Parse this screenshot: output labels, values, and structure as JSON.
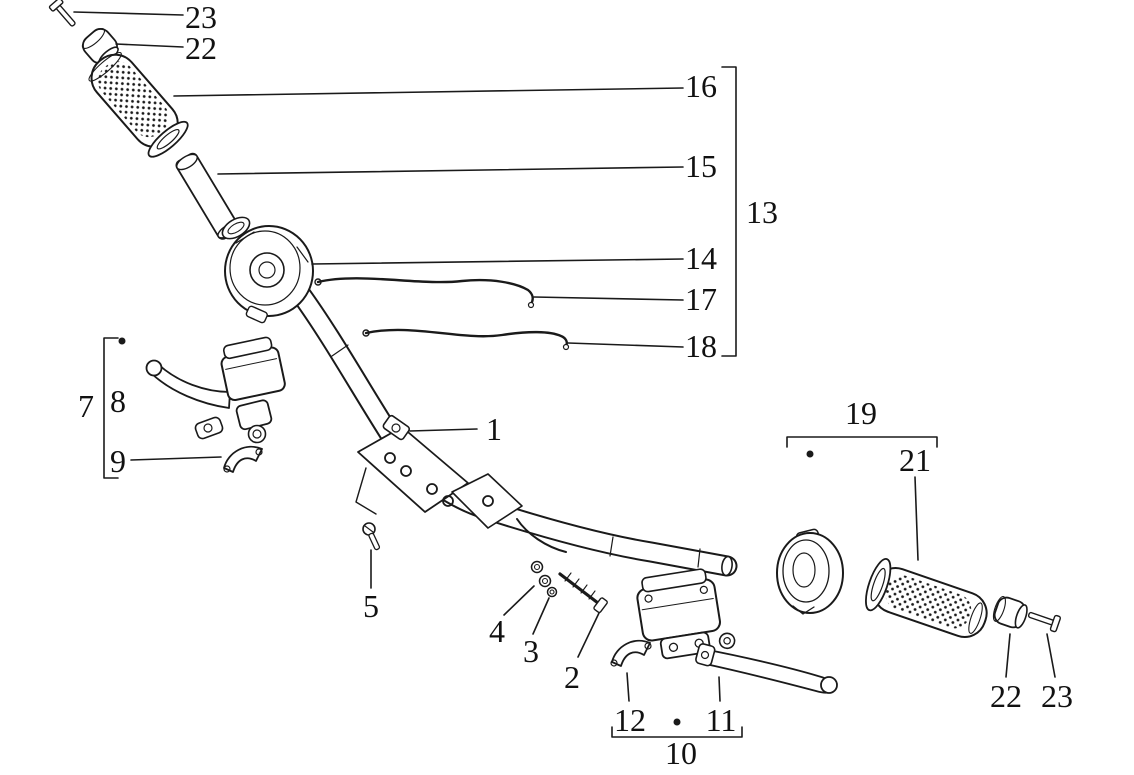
{
  "diagram": {
    "kind": "exploded-parts-diagram",
    "subject": "handlebar assembly",
    "background_color": "#ffffff",
    "line_color": "#1a1a1a",
    "callouts": [
      {
        "ref": "23-top-left",
        "label": "23"
      },
      {
        "ref": "22-top-left",
        "label": "22"
      },
      {
        "ref": "16",
        "label": "16"
      },
      {
        "ref": "15",
        "label": "15"
      },
      {
        "ref": "13-group",
        "label": "13"
      },
      {
        "ref": "14",
        "label": "14"
      },
      {
        "ref": "17",
        "label": "17"
      },
      {
        "ref": "18",
        "label": "18"
      },
      {
        "ref": "7-group",
        "label": "7"
      },
      {
        "ref": "8",
        "label": "8"
      },
      {
        "ref": "9",
        "label": "9"
      },
      {
        "ref": "1",
        "label": "1"
      },
      {
        "ref": "19-group",
        "label": "19"
      },
      {
        "ref": "21",
        "label": "21"
      },
      {
        "ref": "5",
        "label": "5"
      },
      {
        "ref": "4",
        "label": "4"
      },
      {
        "ref": "3",
        "label": "3"
      },
      {
        "ref": "2",
        "label": "2"
      },
      {
        "ref": "12",
        "label": "12"
      },
      {
        "ref": "11",
        "label": "11"
      },
      {
        "ref": "10-group",
        "label": "10"
      },
      {
        "ref": "22-bottom-right",
        "label": "22"
      },
      {
        "ref": "23-bottom-right",
        "label": "23"
      }
    ]
  }
}
